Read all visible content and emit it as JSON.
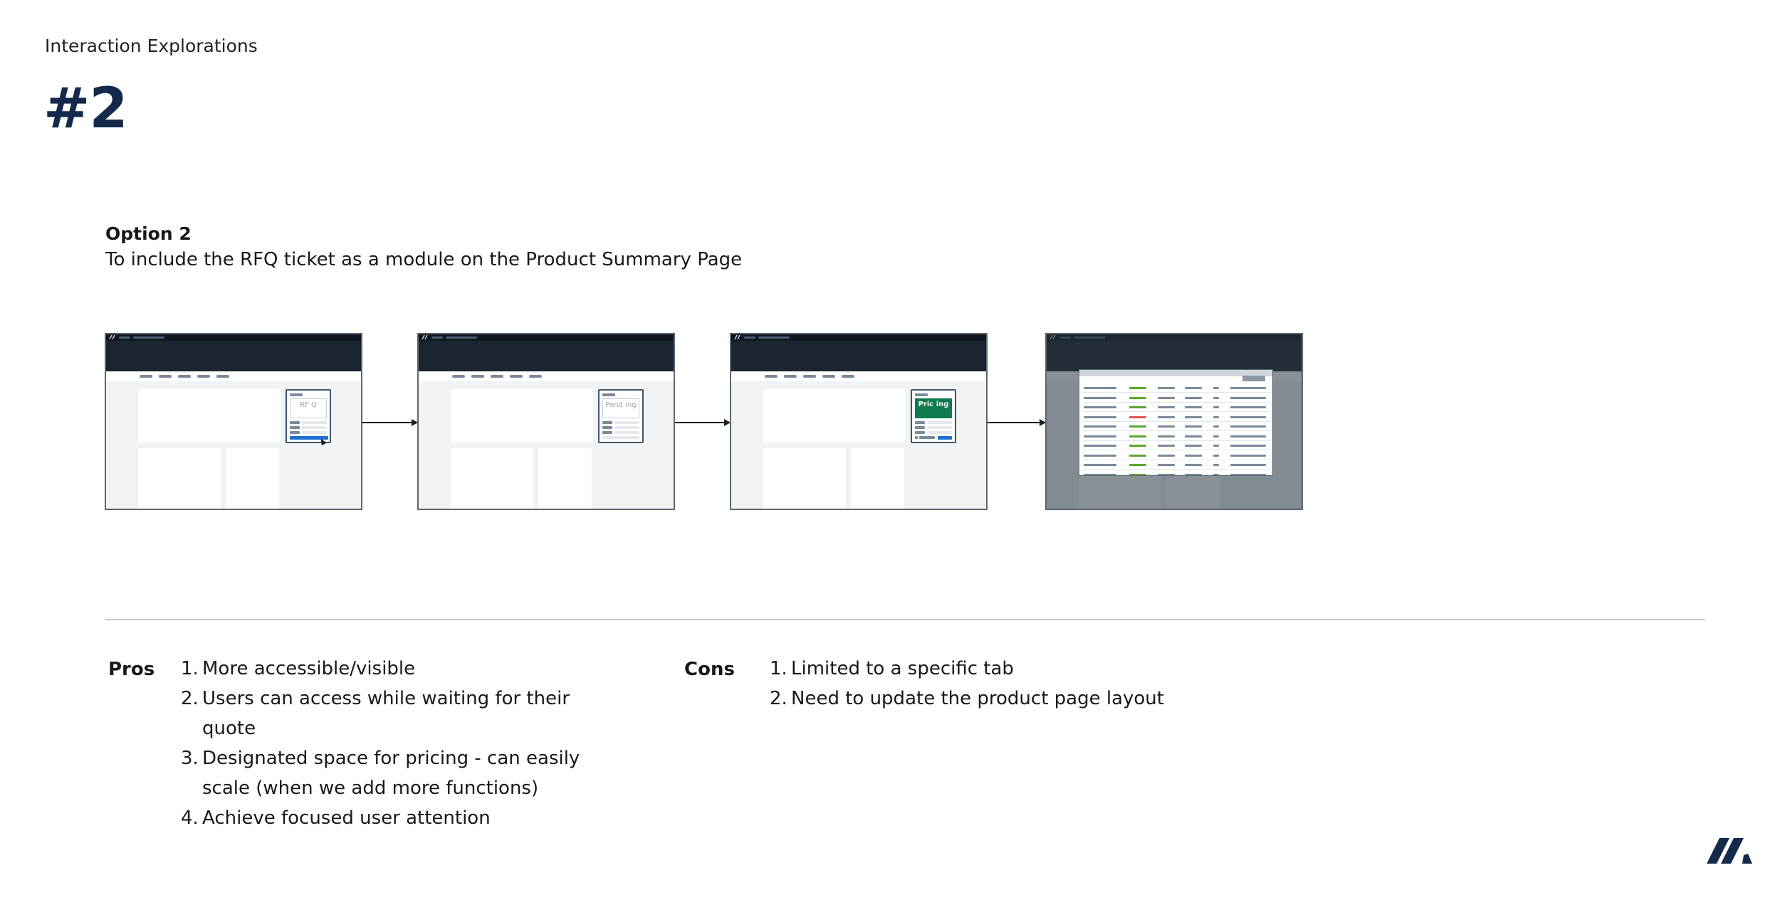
{
  "page": {
    "section_label": "Interaction Explorations",
    "number": "#2"
  },
  "option": {
    "title": "Option 2",
    "description": "To include the RFQ ticket as a module on the Product Summary Page"
  },
  "flow": {
    "steps": [
      {
        "module_text": "RF Q"
      },
      {
        "module_text": "Pend ing"
      },
      {
        "module_text": "Pric ing"
      },
      {
        "module_text": ""
      }
    ]
  },
  "pros": {
    "heading": "Pros",
    "items": [
      {
        "num": "1.",
        "text": "More accessible/visible"
      },
      {
        "num": "2.",
        "text": "Users can access while waiting for their quote"
      },
      {
        "num": "3.",
        "text": "Designated space for pricing - can easily scale (when we add more functions)"
      },
      {
        "num": "4.",
        "text": "Achieve focused user attention"
      }
    ]
  },
  "cons": {
    "heading": "Cons",
    "items": [
      {
        "num": "1.",
        "text": "Limited to a specific tab"
      },
      {
        "num": "2.",
        "text": "Need to update the product page layout"
      }
    ]
  },
  "colors": {
    "title_navy": "#15294a",
    "dark_header": "#1b2530",
    "pricing_green": "#0f7a4e",
    "action_blue": "#1f6fd1",
    "status_green": "#5aa832",
    "status_red": "#e05555"
  },
  "icons": {
    "brand": "brand-slashes-icon",
    "flow_arrow": "arrow-right-icon"
  }
}
